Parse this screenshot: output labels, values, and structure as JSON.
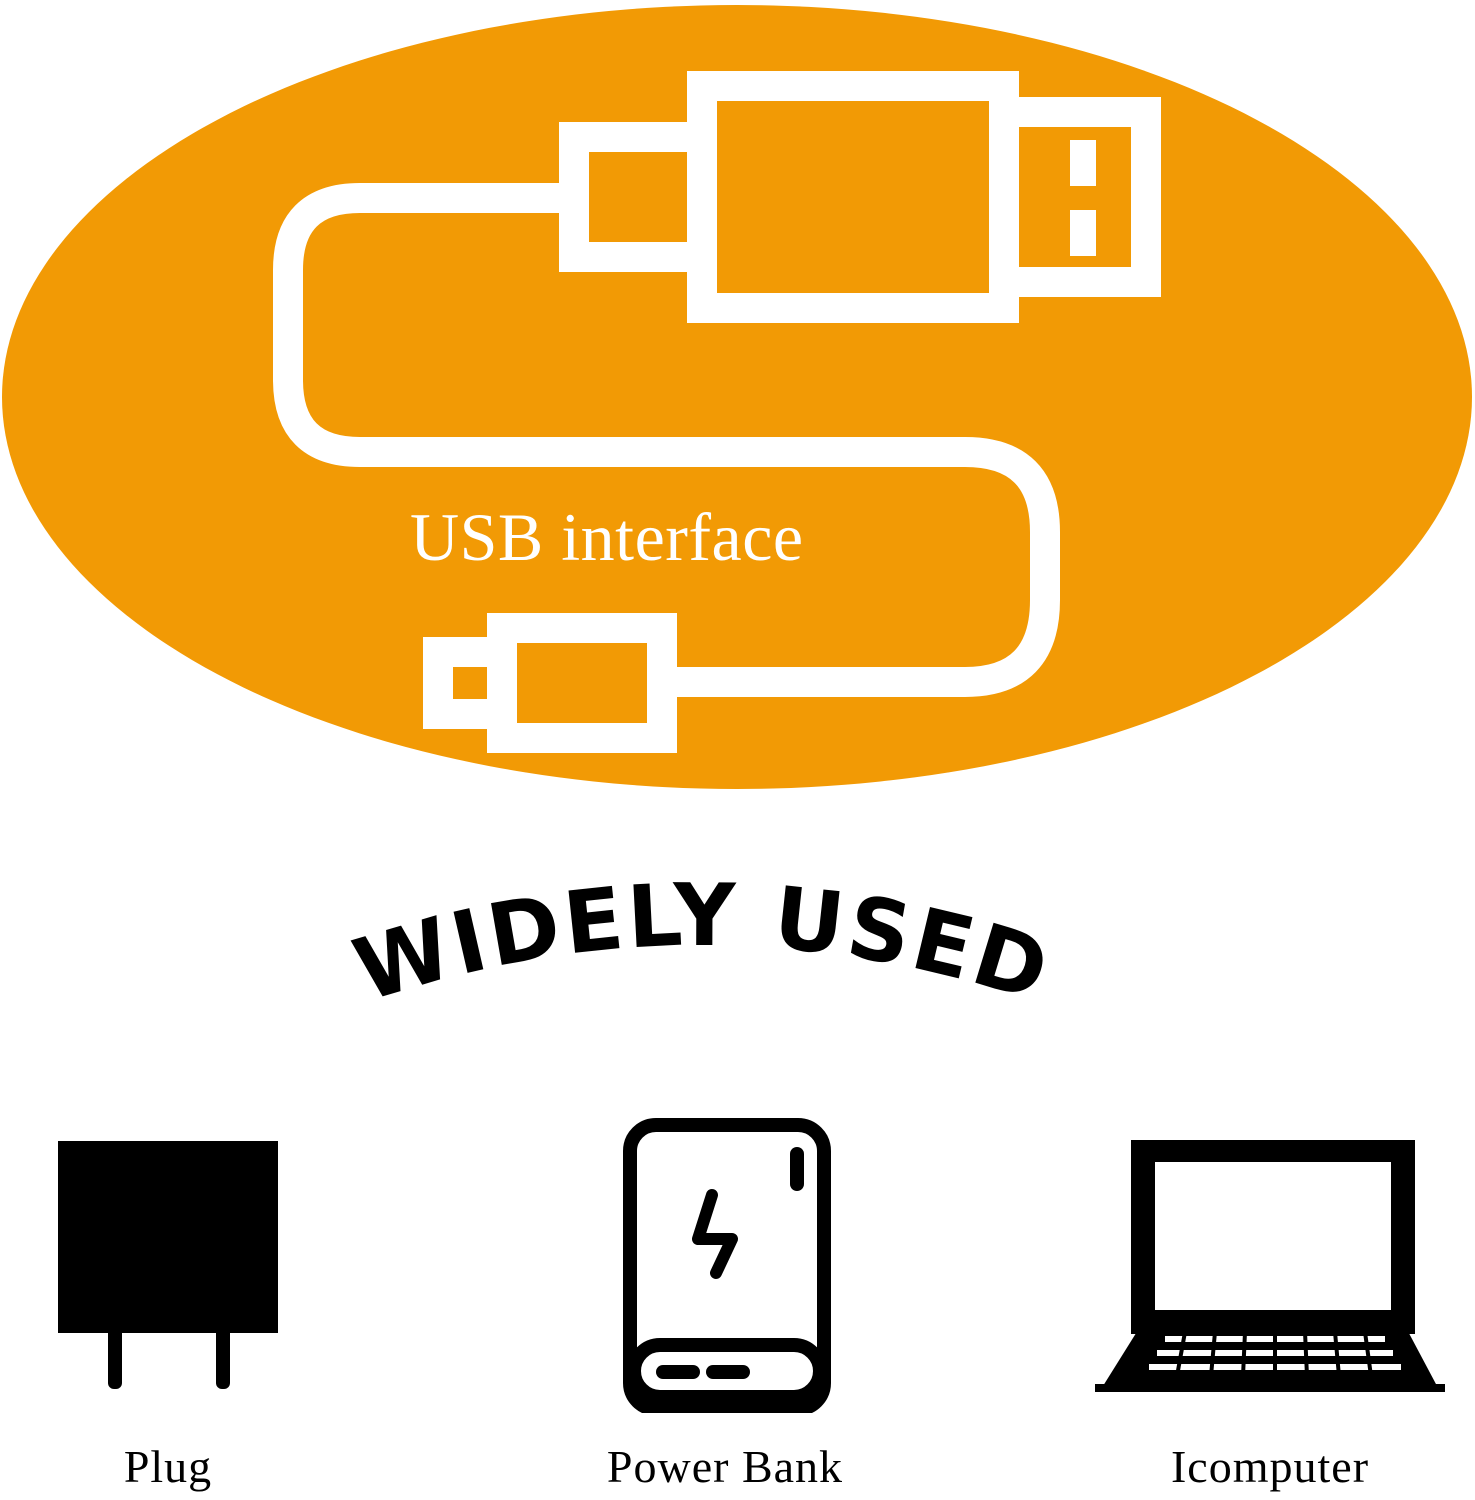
{
  "colors": {
    "accent": "#F29A05",
    "background": "#FFFFFF",
    "icon": "#000000"
  },
  "banner": {
    "label": "USB interface",
    "icon": "usb-cable-icon"
  },
  "heading": "WIDELY USED",
  "devices": [
    {
      "label": "Plug",
      "icon": "plug-icon"
    },
    {
      "label": "Power Bank",
      "icon": "power-bank-icon"
    },
    {
      "label": "Icomputer",
      "icon": "laptop-icon"
    }
  ]
}
